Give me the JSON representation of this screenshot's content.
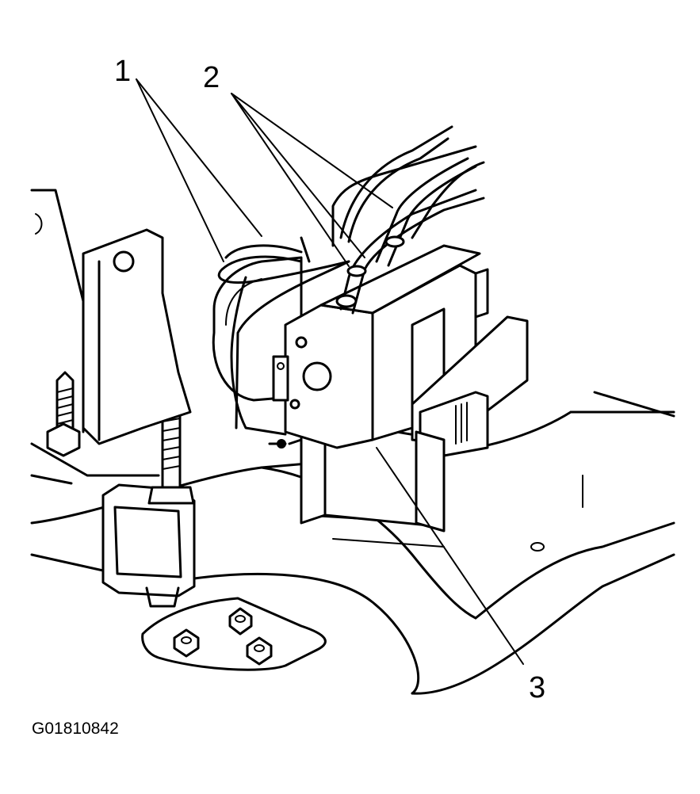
{
  "diagram": {
    "callouts": [
      {
        "id": "1",
        "label": "1"
      },
      {
        "id": "2",
        "label": "2"
      },
      {
        "id": "3",
        "label": "3"
      }
    ],
    "figure_id": "G01810842"
  }
}
